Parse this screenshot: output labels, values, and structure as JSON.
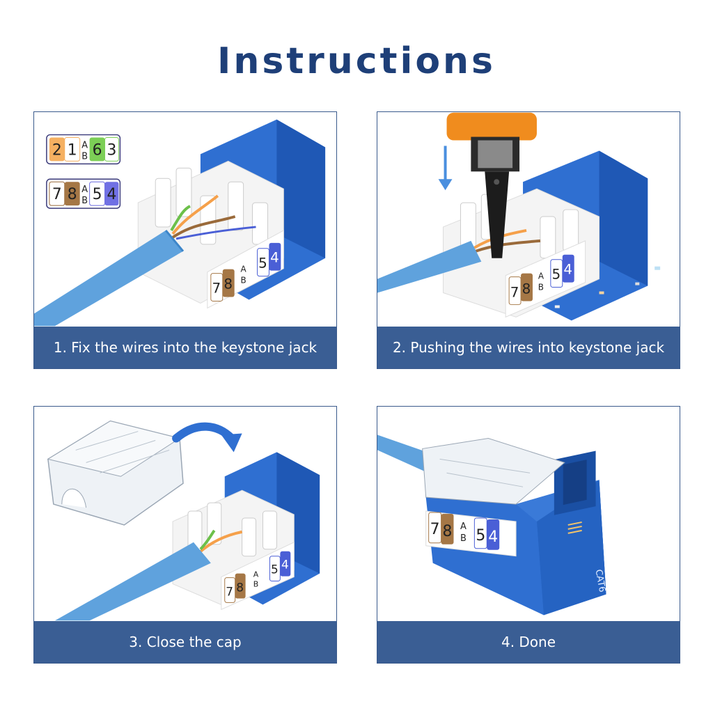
{
  "title": "Instructions",
  "steps": [
    {
      "caption": "1. Fix the wires into the keystone jack"
    },
    {
      "caption": "2. Pushing the wires into keystone jack"
    },
    {
      "caption": "3. Close the cap"
    },
    {
      "caption": "4. Done"
    }
  ],
  "color_code": {
    "row_a": {
      "left": [
        "2",
        "1"
      ],
      "mid_top": "A",
      "mid_bottom": "B",
      "right": [
        "6",
        "3"
      ]
    },
    "row_b": {
      "left": [
        "7",
        "8"
      ],
      "mid_top": "A",
      "mid_bottom": "B",
      "right": [
        "5",
        "4"
      ]
    }
  },
  "jack_label": {
    "left": [
      "7",
      "8"
    ],
    "mid_top": "A",
    "mid_bottom": "B",
    "right": [
      "5",
      "4"
    ]
  },
  "jack_side_text": "CAT6",
  "colors": {
    "title": "#1e3f78",
    "caption_bar": "#3a5e94",
    "jack_blue": "#2f6fd1",
    "cable_blue": "#5fa2dd",
    "tool_orange": "#f08c1e",
    "wire_orange": "#f5a04a",
    "wire_green": "#6cc04a",
    "wire_brown": "#9a6a3a",
    "wire_blue": "#4a5fd6"
  },
  "icons": [
    "arrow-down-icon",
    "curved-arrow-icon"
  ]
}
